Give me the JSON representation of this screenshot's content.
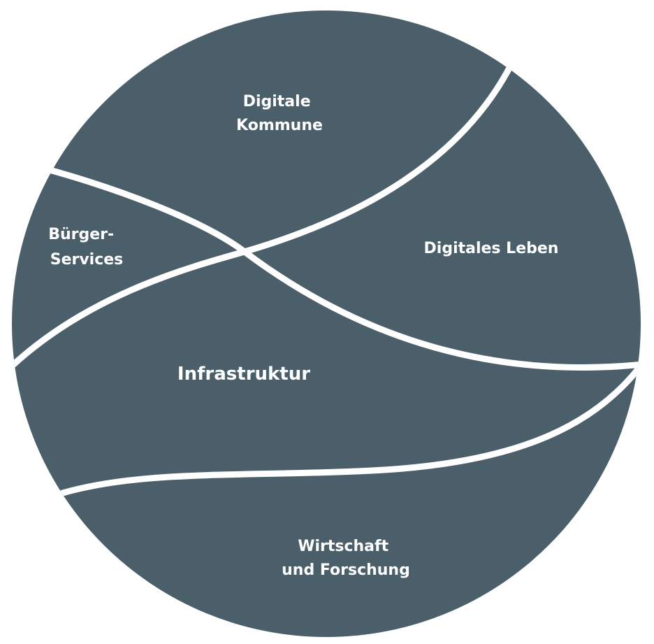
{
  "diagram": {
    "colors": {
      "fill": "#4a5f6a",
      "divider": "#ffffff",
      "text": "#ffffff"
    },
    "regions": {
      "digitale_kommune": {
        "line1": "Digitale",
        "line2": "Kommune"
      },
      "buerger_services": {
        "line1": "Bürger-",
        "line2": "Services"
      },
      "digitales_leben": {
        "label": "Digitales Leben"
      },
      "infrastruktur": {
        "label": "Infrastruktur"
      },
      "wirtschaft_forschung": {
        "line1": "Wirtschaft",
        "line2": "und Forschung"
      }
    }
  }
}
